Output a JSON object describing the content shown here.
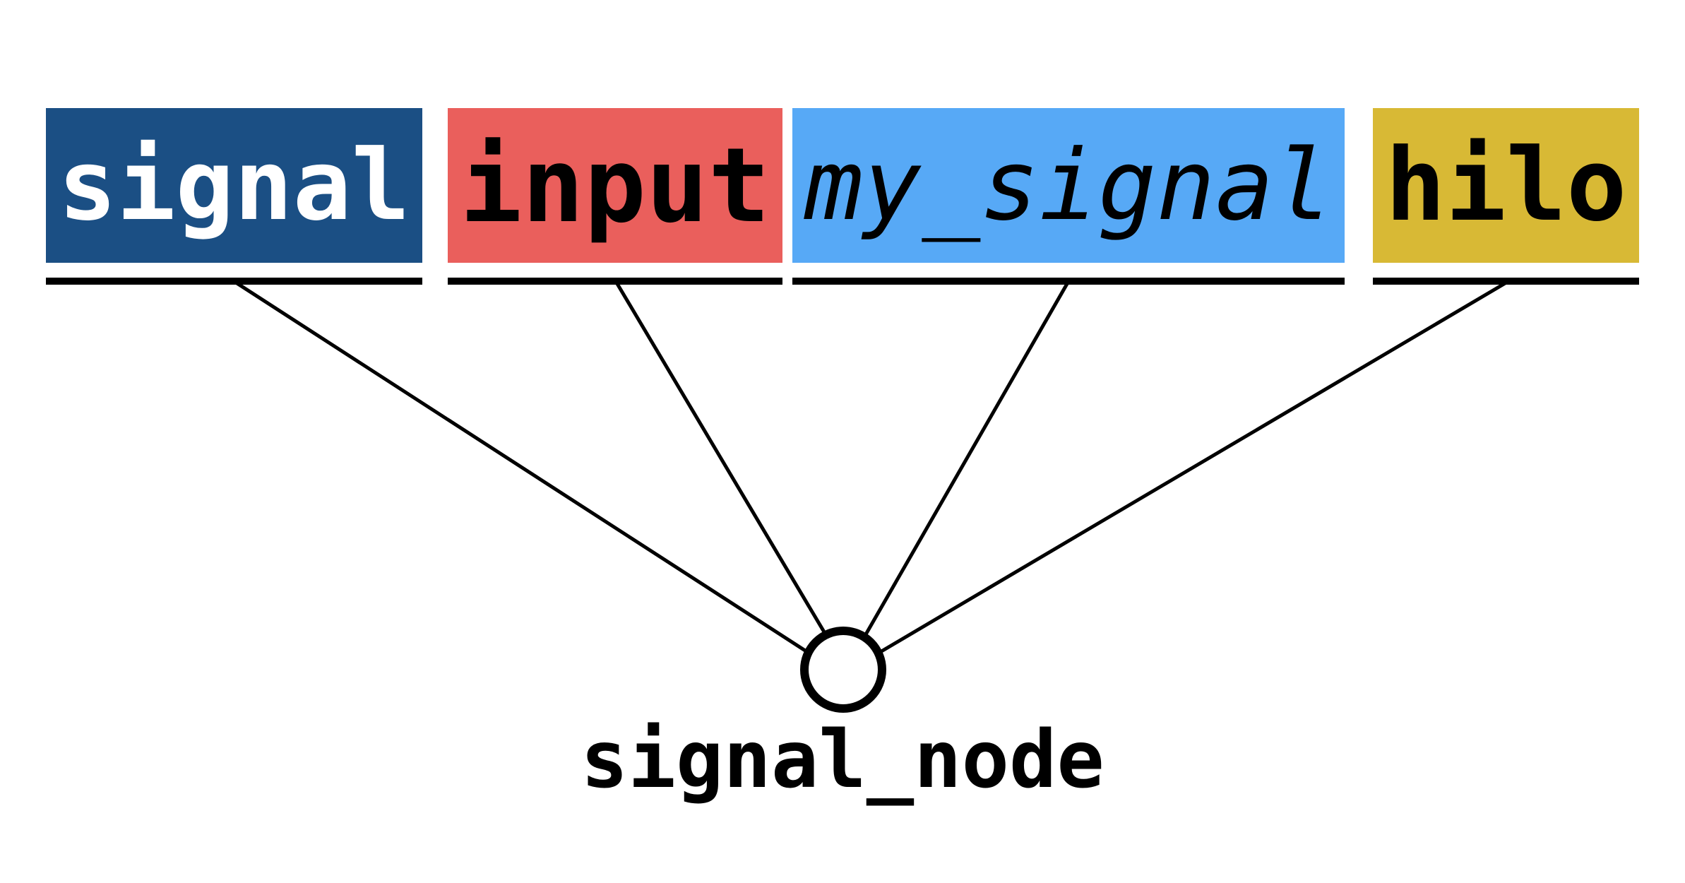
{
  "tokens": [
    {
      "id": "signal",
      "label": "signal",
      "background": "#1b4f84",
      "text_color": "#ffffff",
      "italic": false
    },
    {
      "id": "input",
      "label": "input",
      "background": "#ea5f5c",
      "text_color": "#000000",
      "italic": false
    },
    {
      "id": "my_signal",
      "label": "my_signal",
      "background": "#57a9f6",
      "text_color": "#000000",
      "italic": true
    },
    {
      "id": "hilo",
      "label": "hilo",
      "background": "#d8b935",
      "text_color": "#000000",
      "italic": false
    }
  ],
  "node": {
    "label": "signal_node"
  },
  "colors": {
    "line": "#000000",
    "background": "#ffffff"
  }
}
